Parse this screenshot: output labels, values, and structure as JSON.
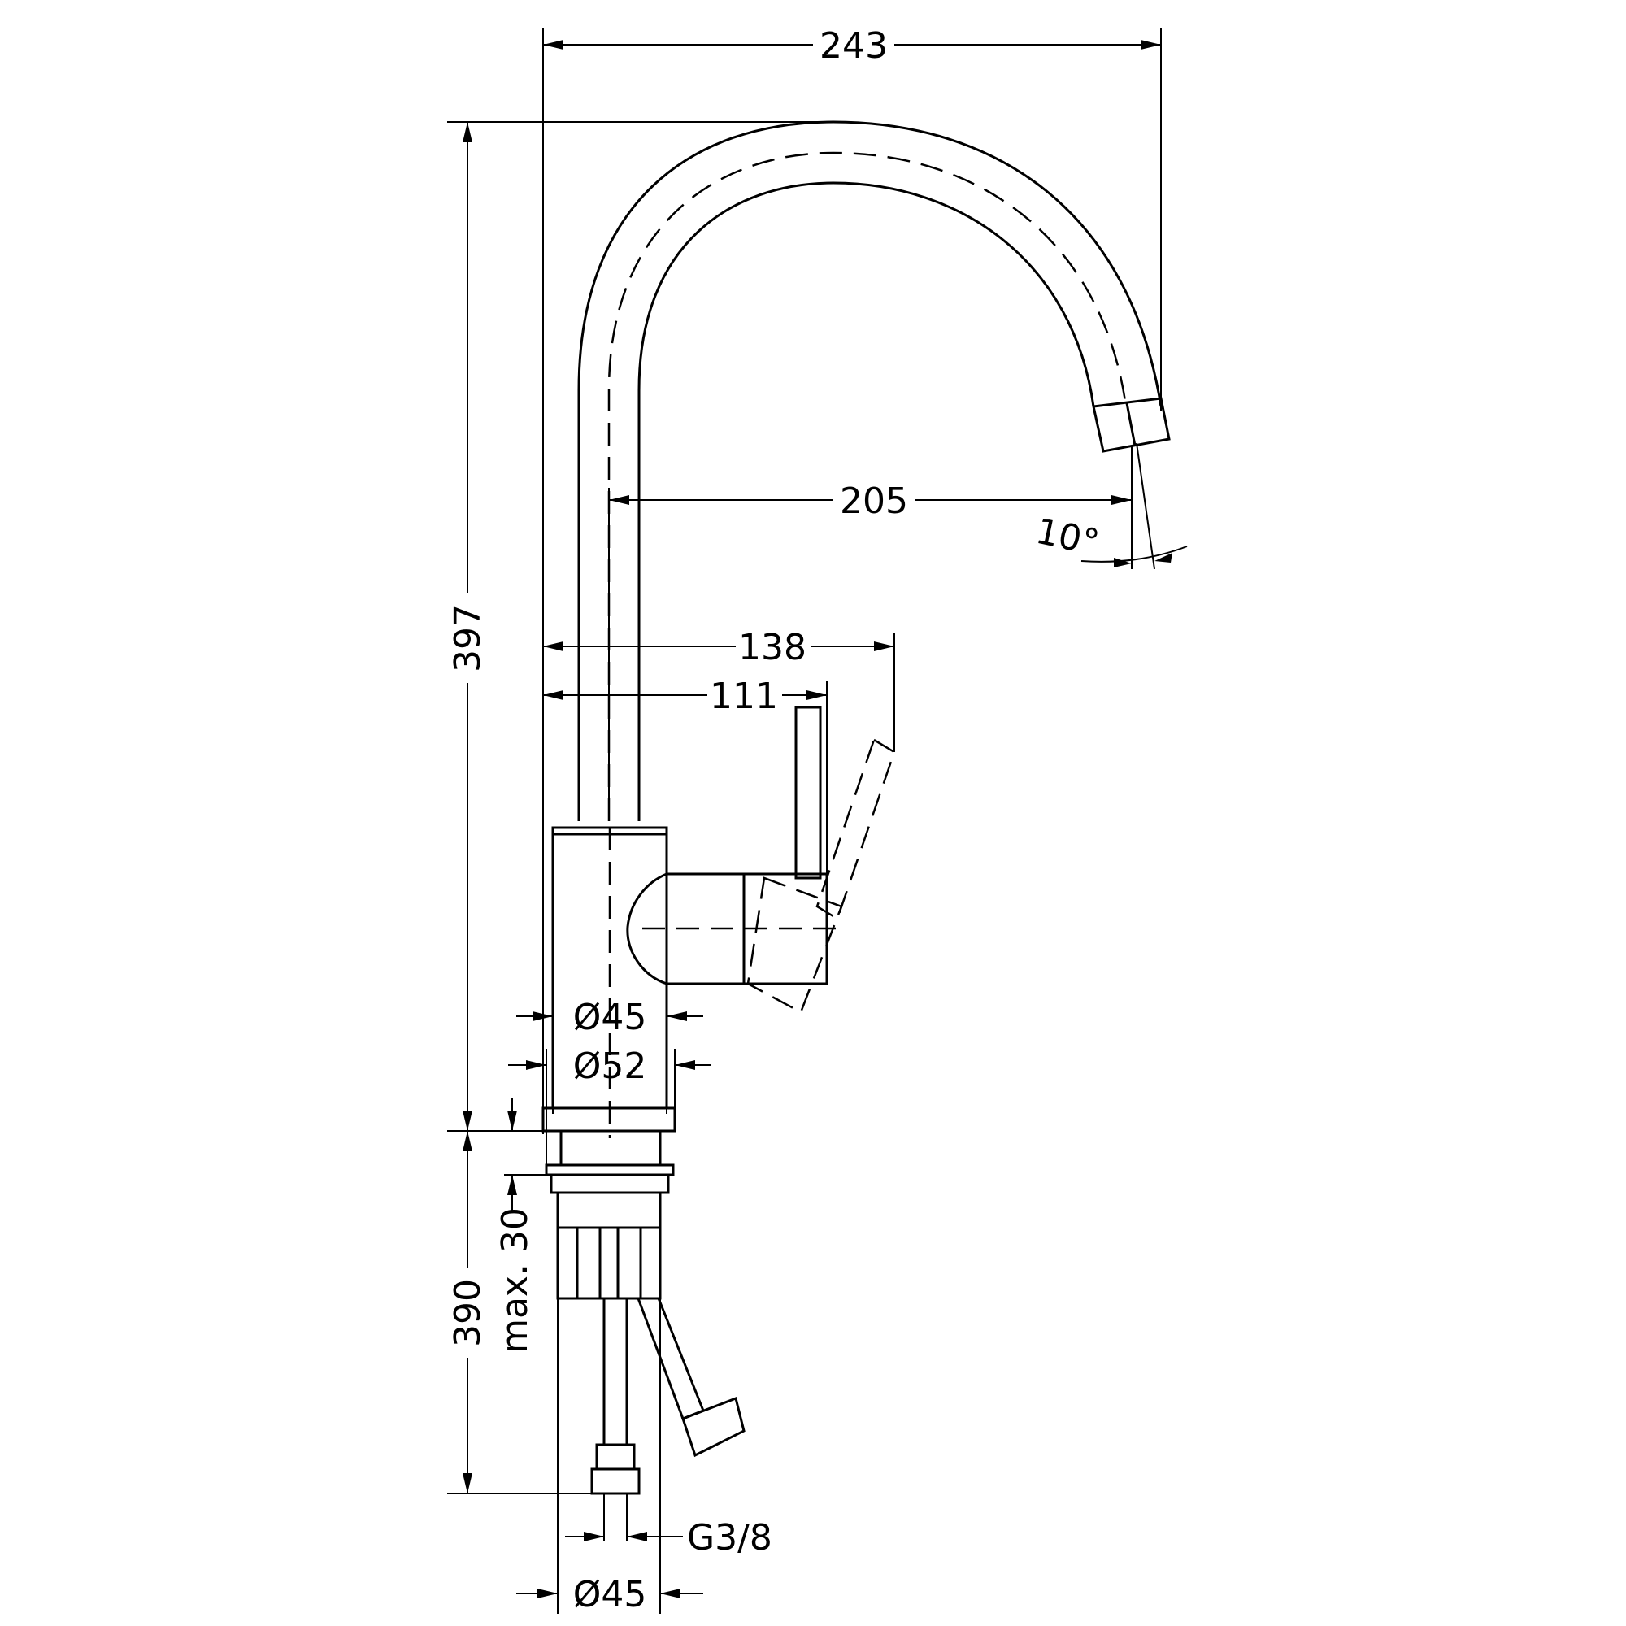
{
  "dimensions": {
    "width_243": "243",
    "height_397": "397",
    "reach_205": "205",
    "angle_10": "10°",
    "lever_138": "138",
    "lever_111": "111",
    "dia_45_top": "Ø45",
    "dia_52": "Ø52",
    "max_30": "max. 30",
    "height_390": "390",
    "thread_g38": "G3/8",
    "dia_45_bottom": "Ø45"
  }
}
